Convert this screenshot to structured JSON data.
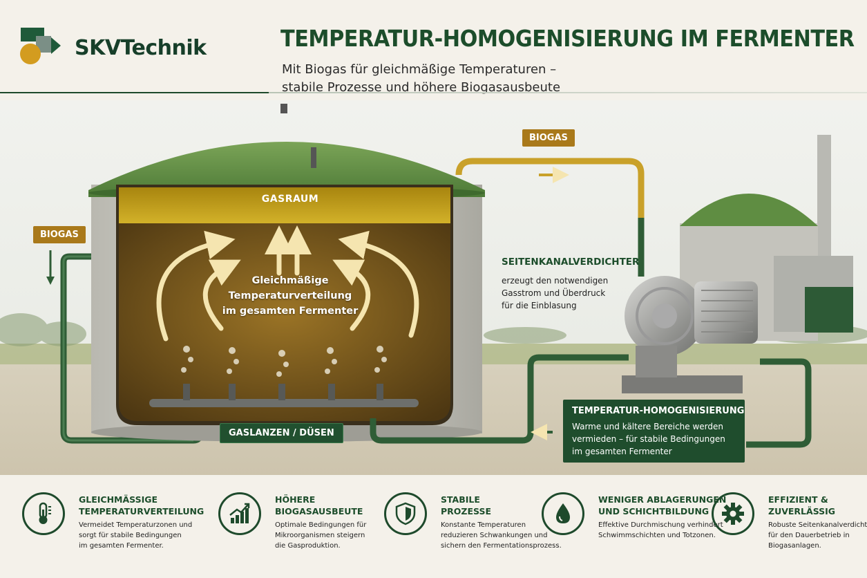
{
  "brand": {
    "name": "SKVTechnik",
    "logo_icon": "skv-logo-icon"
  },
  "header": {
    "title": "TEMPERATUR-HOMOGENISIERUNG IM FERMENTER",
    "subtitle_lines": [
      "Mit Biogas für gleichmäßige Temperaturen –",
      "stabile Prozesse und höhere Biogasausbeute"
    ]
  },
  "diagram": {
    "biogas_left": "BIOGAS",
    "biogas_top": "BIOGAS",
    "gasraum": "GASRAUM",
    "center_lines": [
      "Gleichmäßige",
      "Temperaturverteilung",
      "im gesamten Fermenter"
    ],
    "lances": "GASLANZEN / DÜSEN",
    "compressor": {
      "title": "SEITENKANALVERDICHTER",
      "lines": [
        "erzeugt den notwendigen",
        "Gasstrom und Überdruck",
        "für die Einblasung"
      ]
    },
    "homogenization": {
      "title": "TEMPERATUR-HOMOGENISIERUNG",
      "lines": [
        "Warme und kältere Bereiche werden",
        "vermieden – für stabile Bedingungen",
        "im gesamten Fermenter"
      ]
    },
    "colors": {
      "dome": "#5e8c42",
      "pipe_green": "#2f5d36",
      "pipe_gold": "#c9a12a",
      "substrate": "#7a5a1c"
    }
  },
  "features": [
    {
      "icon": "thermometer-icon",
      "title_lines": [
        "GLEICHMÄSSIGE",
        "TEMPERATURVERTEILUNG"
      ],
      "desc_lines": [
        "Vermeidet Temperaturzonen und",
        "sorgt für stabile Bedingungen",
        "im gesamten Fermenter."
      ]
    },
    {
      "icon": "growth-chart-icon",
      "title_lines": [
        "HÖHERE",
        "BIOGASAUSBEUTE"
      ],
      "desc_lines": [
        "Optimale Bedingungen für",
        "Mikroorganismen steigern",
        "die Gasproduktion."
      ]
    },
    {
      "icon": "shield-icon",
      "title_lines": [
        "STABILE",
        "PROZESSE"
      ],
      "desc_lines": [
        "Konstante Temperaturen",
        "reduzieren Schwankungen und",
        "sichern den Fermentationsprozess."
      ]
    },
    {
      "icon": "drop-icon",
      "title_lines": [
        "WENIGER ABLAGERUNGEN",
        "UND SCHICHTBILDUNG"
      ],
      "desc_lines": [
        "Effektive Durchmischung verhindert",
        "Schwimmschichten und Totzonen."
      ]
    },
    {
      "icon": "gear-icon",
      "title_lines": [
        "EFFIZIENT &",
        "ZUVERLÄSSIG"
      ],
      "desc_lines": [
        "Robuste Seitenkanalverdichter",
        "für den Dauerbetrieb in",
        "Biogasanlagen."
      ]
    }
  ]
}
